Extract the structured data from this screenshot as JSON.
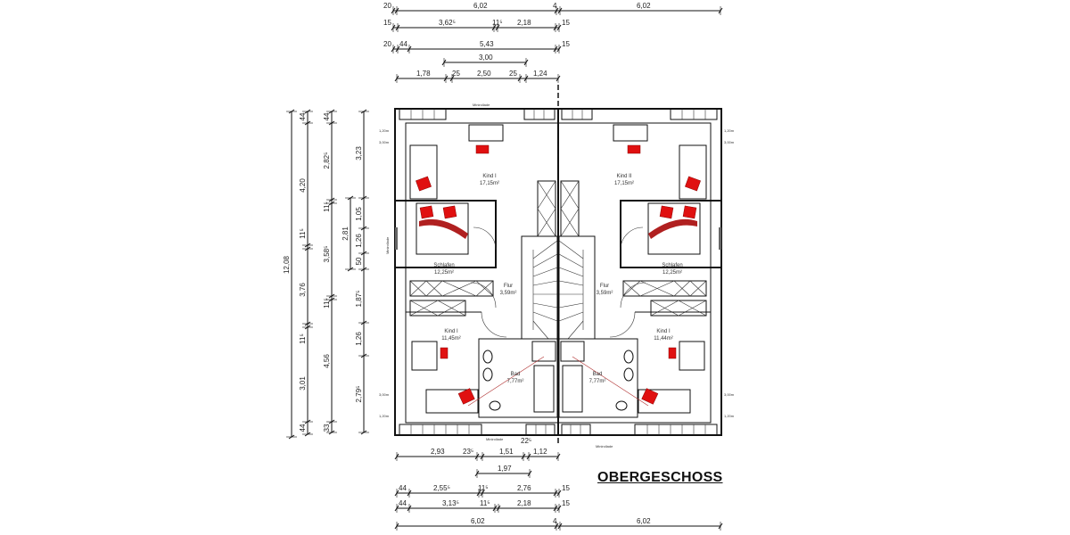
{
  "title": "OBERGESCHOSS",
  "colors": {
    "furniture_accent": "#e01010",
    "lines": "#111111"
  },
  "dimensions": {
    "top": [
      [
        "20",
        "6,02",
        "4",
        "6,02"
      ],
      [
        "15",
        "3,62⁵",
        "11⁵",
        "2,18",
        "15"
      ],
      [
        "20",
        "44",
        "5,43",
        "15"
      ],
      [
        "3,00"
      ],
      [
        "1,78",
        "25",
        "2,50",
        "25",
        "1,24"
      ]
    ],
    "bottom": [
      [
        "2,93",
        "23⁵",
        "1,51",
        "1,12"
      ],
      [
        "1,97"
      ],
      [
        "44",
        "2,55⁵",
        "11⁵",
        "2,76",
        "15"
      ],
      [
        "44",
        "3,13⁵",
        "11⁵",
        "2,18",
        "15"
      ],
      [
        "6,02",
        "4",
        "6,02"
      ]
    ],
    "left": [
      [
        "12,08"
      ],
      [
        "44",
        "4,20",
        "11⁵",
        "3,76",
        "11⁵",
        "3,01",
        "44"
      ],
      [
        "44",
        "2,82⁵",
        "11⁵",
        "3,58⁵",
        "11⁵",
        "4,56",
        "33"
      ],
      [
        "3,23",
        "1,05",
        "1,26",
        "50",
        "1,87⁵",
        "1,26",
        "2,79⁵"
      ],
      [
        "2,81"
      ]
    ],
    "angle_bottom": "22⁵"
  },
  "rooms": {
    "left": [
      {
        "name": "Kind I",
        "area": "17,15m²"
      },
      {
        "name": "Schlafen",
        "area": "12,25m²"
      },
      {
        "name": "Flur",
        "area": "3,59m²"
      },
      {
        "name": "Kind I",
        "area": "11,45m²"
      },
      {
        "name": "Bad",
        "area": "7,77m²"
      }
    ],
    "right": [
      {
        "name": "Kind II",
        "area": "17,15m²"
      },
      {
        "name": "Schlafen",
        "area": "12,25m²"
      },
      {
        "name": "Flur",
        "area": "3,59m²"
      },
      {
        "name": "Kind I",
        "area": "11,44m²"
      },
      {
        "name": "Bad",
        "area": "7,77m²"
      }
    ]
  },
  "annotations": {
    "shutter": "Minirollade",
    "knee_wall_low": "1,20m",
    "knee_wall_high": "3,00m"
  }
}
